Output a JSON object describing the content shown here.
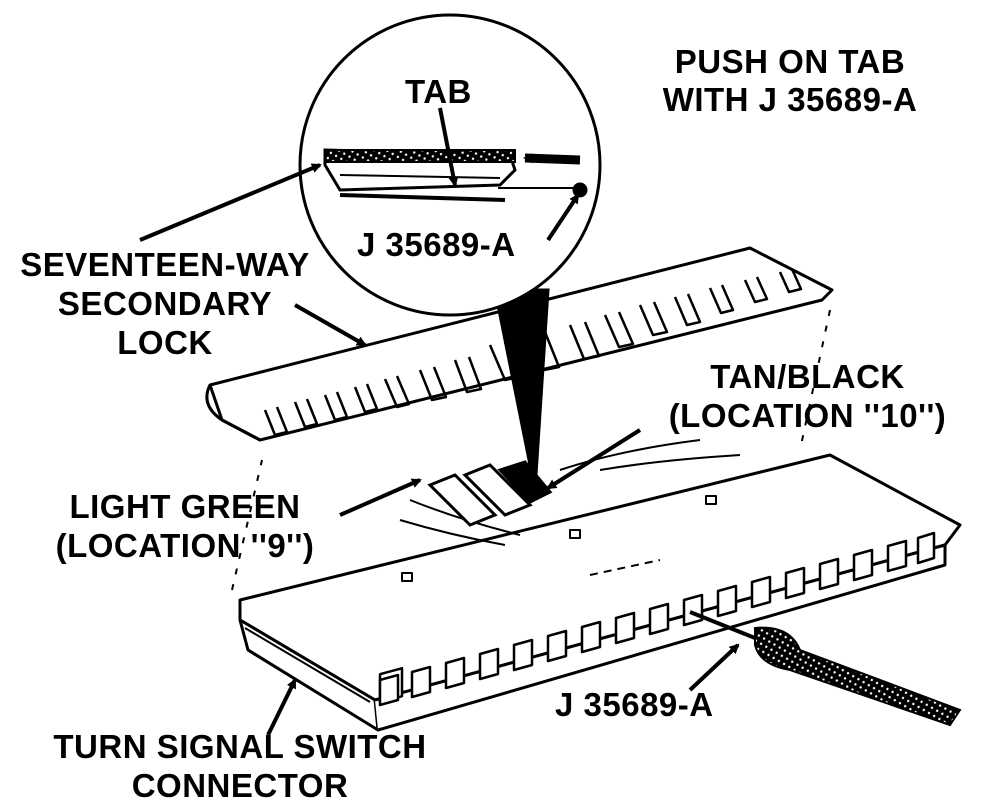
{
  "labels": {
    "push_tab_line1": "PUSH ON TAB",
    "push_tab_line2": "WITH J 35689-A",
    "tab": "TAB",
    "tool_in_circle": "J 35689-A",
    "seventeen_line1": "SEVENTEEN-WAY",
    "seventeen_line2": "SECONDARY",
    "seventeen_line3": "LOCK",
    "tan_black_line1": "TAN/BLACK",
    "tan_black_line2": "(LOCATION ''10'')",
    "light_green_line1": "LIGHT GREEN",
    "light_green_line2": "(LOCATION ''9'')",
    "tool_bottom": "J 35689-A",
    "connector_line1": "TURN SIGNAL SWITCH",
    "connector_line2": "CONNECTOR"
  },
  "colors": {
    "ink": "#000000",
    "paper": "#ffffff"
  }
}
